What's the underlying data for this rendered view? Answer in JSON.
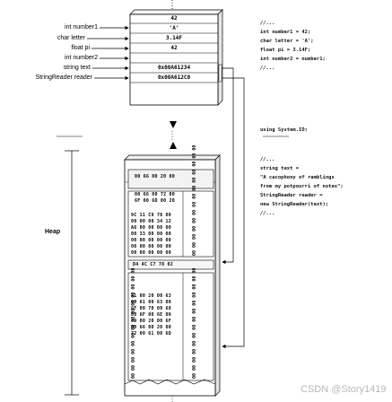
{
  "labels": {
    "number1": "int number1",
    "letter": "char letter",
    "pi": "float pi",
    "number2": "int number2",
    "text": "string text",
    "reader": "StringReader reader"
  },
  "stack_values": [
    "42",
    "'A'",
    "3.14F",
    "42",
    "0x00A61234",
    "0x00A612C0"
  ],
  "code_top": [
    {
      "text": "//...",
      "italic": true
    },
    {
      "text": "int number1 = 42;",
      "italic": false
    },
    {
      "text": "char letter = 'A';",
      "italic": false
    },
    {
      "text": "float pi = 3.14F;",
      "italic": false
    },
    {
      "text": "int number2 = number1;",
      "italic": false
    },
    {
      "text": "//...",
      "italic": true
    }
  ],
  "code_using": "using System.IO;",
  "code_bottom": [
    {
      "text": "//...",
      "italic": true
    },
    {
      "text": "string text =",
      "italic": false
    },
    {
      "text": "\"A cacophony of ramblings",
      "italic": false
    },
    {
      "text": "from my potpourri of notes\";",
      "italic": false
    },
    {
      "text": "StringReader reader =",
      "italic": false
    },
    {
      "text": "    new StringReader(text);",
      "italic": false
    },
    {
      "text": "    //...",
      "italic": true
    }
  ],
  "heap_label": "Heap",
  "heap": {
    "top_row": "00 66 00 20 00",
    "block1": [
      "00 66 00 72 00",
      "6F 00 6D 00 20"
    ],
    "block2_left": [
      "9C 11 C9 78 00",
      "00 00 00 34 12",
      "A6 00 00 00 00",
      "00 33 00 00 00",
      "00 00 00 00 00",
      "00 00 00 00 00",
      "00 00 00 00 00"
    ],
    "block2_right": "00 00 00 00 00 00 00 00 00 00 00 00 00 00",
    "block3_row": "D4 4C C7 78 02",
    "block4_left": [
      "41 00 20 00 63",
      "00 61 00 63 00",
      "6F 00 70 00 68",
      "00 6F 00 6E 00",
      "79 00 20 00 6F",
      "00 66 00 20 00",
      "72 00 61 00 6D"
    ],
    "block4_right": "00 00 00 00 00 00 00 00 00 00 00 00 00 00"
  },
  "watermark": "CSDN @Story1419"
}
